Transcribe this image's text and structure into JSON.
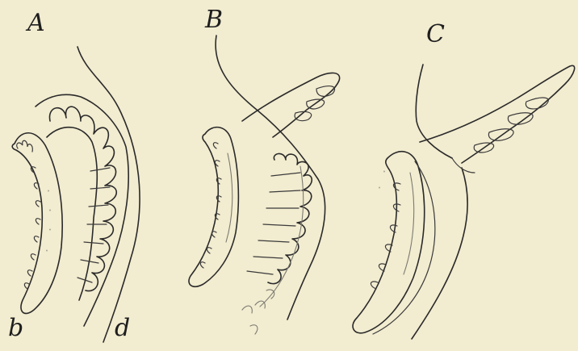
{
  "figure": {
    "background": "#f2ecd0",
    "ink": "#2a2a2a",
    "labels": {
      "A": "A",
      "B": "B",
      "C": "C",
      "b": "b",
      "d": "d"
    }
  }
}
